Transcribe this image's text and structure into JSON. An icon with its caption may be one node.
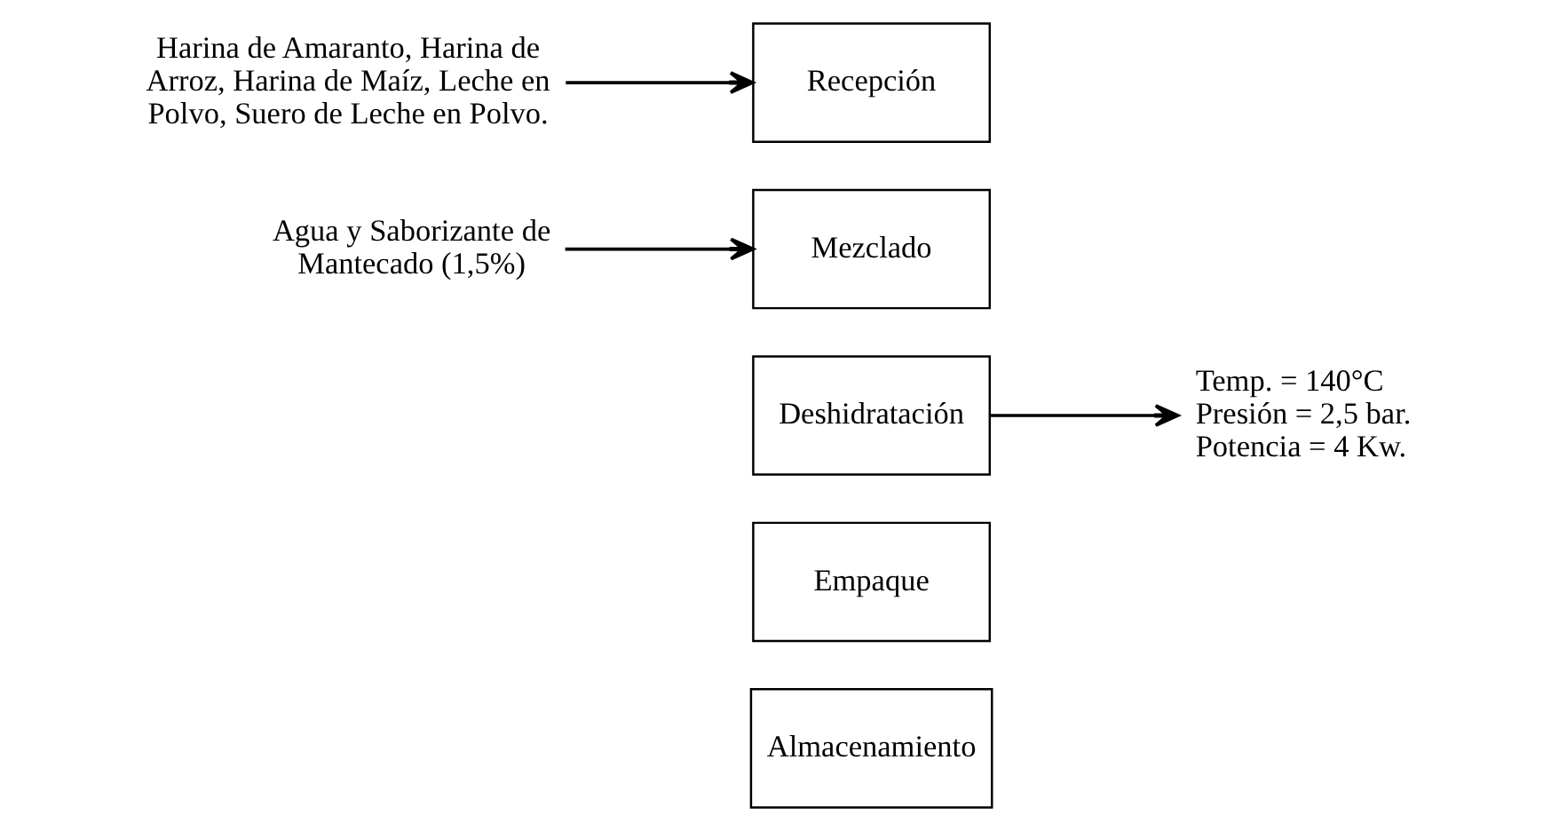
{
  "diagram": {
    "nodes": [
      {
        "text": [
          "Harina de Amaranto, Harina de Arroz, Harina de Maíz, Leche en Polvo, Suero de Leche en Polvo."
        ]
      },
      {
        "text": [
          "Recepción"
        ]
      },
      {
        "text": [
          "Agua y Saborizante de Mantecado (1,5%)"
        ]
      },
      {
        "text": [
          "Mezclado"
        ]
      },
      {
        "text": [
          "Deshidratación"
        ]
      },
      {
        "text": [
          "Temp. = 140°C",
          "Presión = 2,5 bar.",
          "Potencia = 4 Kw."
        ]
      },
      {
        "text": [
          "Empaque"
        ]
      },
      {
        "text": [
          "Almacenamiento"
        ]
      }
    ],
    "edges": [
      {
        "from": 0,
        "to": 1,
        "arrow": "to"
      },
      {
        "from": 2,
        "to": 3,
        "arrow": "to"
      },
      {
        "from": 4,
        "to": 5,
        "arrow": "to"
      }
    ]
  }
}
